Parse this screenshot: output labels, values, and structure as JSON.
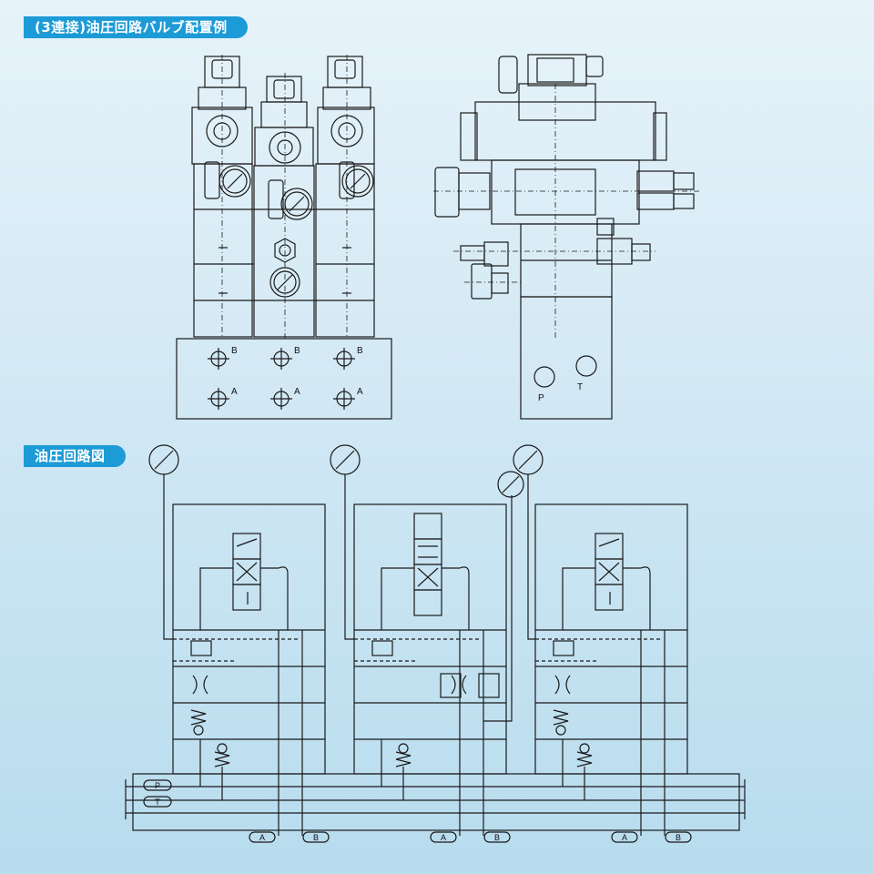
{
  "section_layout": {
    "title": "(3連接)油圧回路バルブ配置例"
  },
  "section_circuit": {
    "title": "油圧回路図"
  },
  "ports": {
    "b": "B",
    "a": "A",
    "p": "P",
    "t": "T"
  },
  "colors": {
    "tab_bg": "#1c9bd6",
    "line": "#1a1a1a",
    "background": "#cde6f3"
  }
}
